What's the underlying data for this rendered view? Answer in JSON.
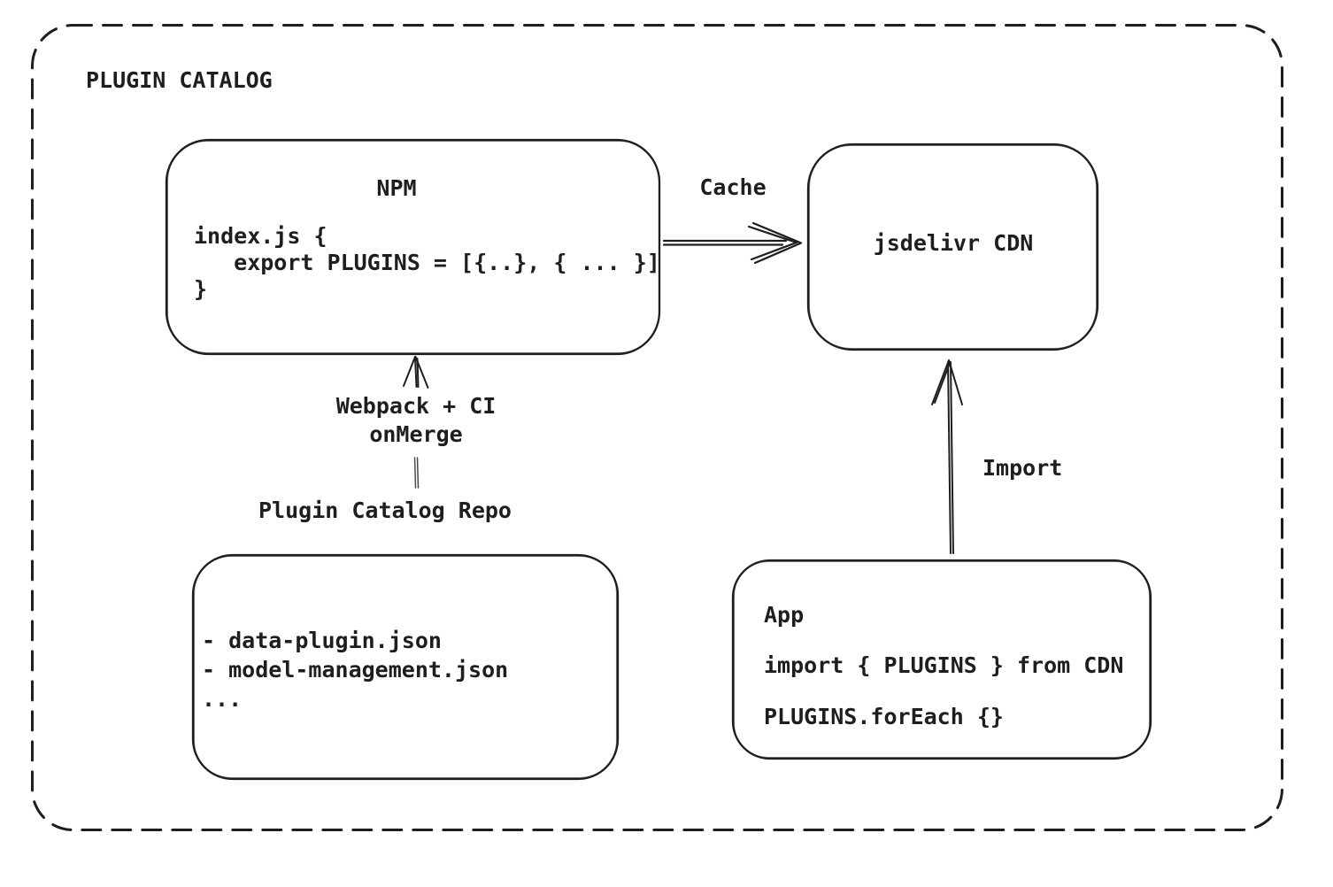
{
  "diagram": {
    "title": "PLUGIN CATALOG",
    "colors": {
      "stroke": "#1e1e1e",
      "background": "#ffffff"
    },
    "nodes": {
      "npm": {
        "title": "NPM",
        "code_line1": "index.js {",
        "code_line2": "   export PLUGINS = [{..}, { ... }]",
        "code_line3": "}"
      },
      "cdn": {
        "title": "jsdelivr CDN"
      },
      "repo": {
        "title": "Plugin Catalog Repo",
        "file_line1": "- data-plugin.json",
        "file_line2": "- model-management.json",
        "file_line3": "..."
      },
      "app": {
        "title": "App",
        "code_line1": "import { PLUGINS } from CDN",
        "code_line2": "PLUGINS.forEach {}"
      }
    },
    "edges": {
      "cache": {
        "label": "Cache",
        "from": "NPM",
        "to": "jsdelivr CDN"
      },
      "build": {
        "label_line1": "Webpack + CI",
        "label_line2": "onMerge",
        "from": "Plugin Catalog Repo",
        "to": "NPM"
      },
      "import": {
        "label": "Import",
        "from": "App",
        "to": "jsdelivr CDN"
      }
    }
  }
}
